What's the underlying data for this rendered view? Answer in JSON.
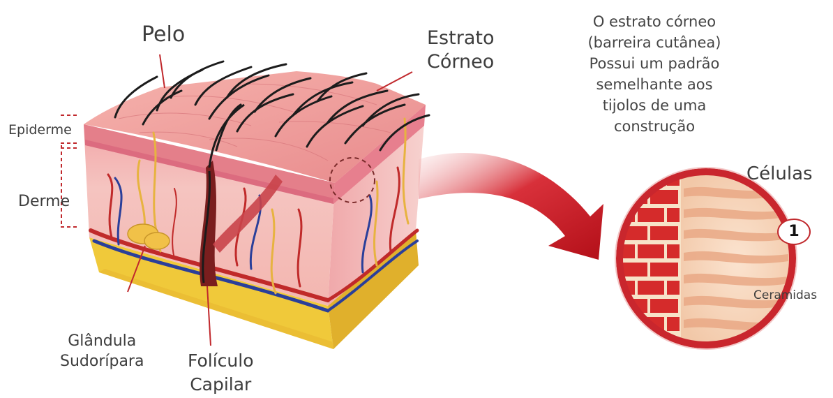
{
  "labels": {
    "pelo": "Pelo",
    "estrato_line1": "Estrato",
    "estrato_line2": "Córneo",
    "epiderme": "Epiderme",
    "derme": "Derme",
    "glandula_line1": "Glândula",
    "glandula_line2": "Sudorípara",
    "foliculo_line1": "Folículo",
    "foliculo_line2": "Capilar",
    "celulas": "Células",
    "ceramidas": "Ceramidas"
  },
  "explanation": [
    "O estrato córneo",
    "(barreira cutânea)",
    "Possui um padrão",
    "semelhante aos",
    "tijolos de uma",
    "construção"
  ],
  "badge": "1",
  "colors": {
    "skin": "#f2b4b0",
    "epidermis": "#e47f8a",
    "fat": "#f0c93a",
    "brick": "#d52b2b",
    "arrow": "#c9161d",
    "label_line": "#c0282c"
  }
}
